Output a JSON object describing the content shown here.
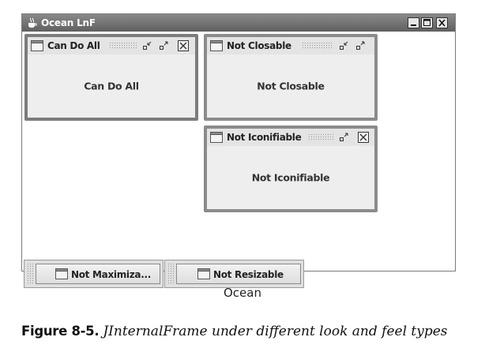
{
  "window": {
    "title": "Ocean LnF",
    "icon": "java-cup-icon",
    "controls": [
      "minimize-icon",
      "maximize-icon",
      "close-icon"
    ]
  },
  "internal_frames": [
    {
      "title": "Can Do All",
      "content": "Can Do All",
      "buttons": [
        "iconify-icon",
        "maximize-icon",
        "close-icon"
      ]
    },
    {
      "title": "Not Closable",
      "content": "Not Closable",
      "buttons": [
        "iconify-icon",
        "maximize-icon"
      ]
    },
    {
      "title": "Not Iconifiable",
      "content": "Not Iconifiable",
      "buttons": [
        "maximize-icon",
        "close-icon"
      ]
    }
  ],
  "iconified_frames": [
    {
      "label": "Not Maximiza..."
    },
    {
      "label": "Not Resizable"
    }
  ],
  "captions": {
    "laf_name": "Ocean",
    "figure_number": "Figure 8-5.",
    "figure_text": "JInternalFrame under different look and feel types"
  }
}
